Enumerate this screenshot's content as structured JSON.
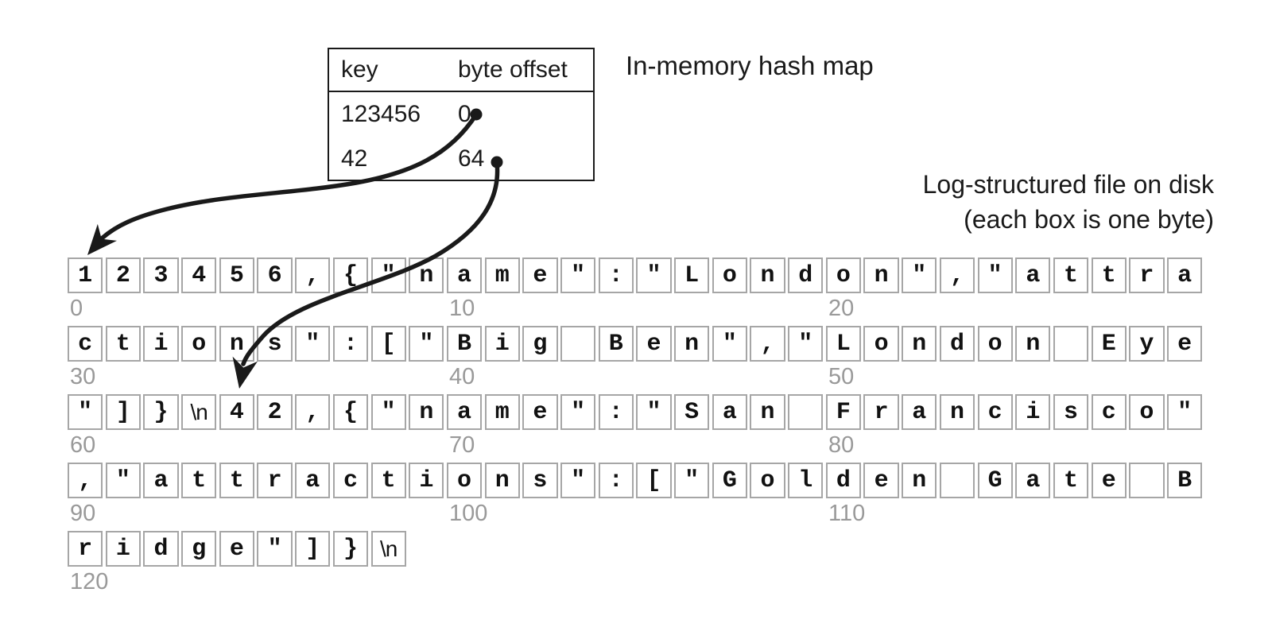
{
  "labels": {
    "hash_map": "In-memory hash map",
    "disk_line1": "Log-structured file on disk",
    "disk_line2": "(each box is one byte)"
  },
  "hash_map": {
    "columns": [
      "key",
      "byte offset"
    ],
    "rows": [
      {
        "key": "123456",
        "offset": "0"
      },
      {
        "key": "42",
        "offset": "64"
      }
    ]
  },
  "byte_file": {
    "rows": [
      {
        "cells": [
          "1",
          "2",
          "3",
          "4",
          "5",
          "6",
          ",",
          "{",
          "\"",
          "n",
          "a",
          "m",
          "e",
          "\"",
          ":",
          "\"",
          "L",
          "o",
          "n",
          "d",
          "o",
          "n",
          "\"",
          ",",
          "\"",
          "a",
          "t",
          "t",
          "r",
          "a"
        ],
        "labels": [
          {
            "index": 0,
            "label": "0"
          },
          {
            "index": 10,
            "label": "10"
          },
          {
            "index": 20,
            "label": "20"
          }
        ]
      },
      {
        "cells": [
          "c",
          "t",
          "i",
          "o",
          "n",
          "s",
          "\"",
          ":",
          "[",
          "\"",
          "B",
          "i",
          "g",
          " ",
          "B",
          "e",
          "n",
          "\"",
          ",",
          "\"",
          "L",
          "o",
          "n",
          "d",
          "o",
          "n",
          " ",
          "E",
          "y",
          "e"
        ],
        "labels": [
          {
            "index": 0,
            "label": "30"
          },
          {
            "index": 10,
            "label": "40"
          },
          {
            "index": 20,
            "label": "50"
          }
        ]
      },
      {
        "cells": [
          "\"",
          "]",
          "}",
          "\\n",
          "4",
          "2",
          ",",
          "{",
          "\"",
          "n",
          "a",
          "m",
          "e",
          "\"",
          ":",
          "\"",
          "S",
          "a",
          "n",
          " ",
          "F",
          "r",
          "a",
          "n",
          "c",
          "i",
          "s",
          "c",
          "o",
          "\""
        ],
        "labels": [
          {
            "index": 0,
            "label": "60"
          },
          {
            "index": 10,
            "label": "70"
          },
          {
            "index": 20,
            "label": "80"
          }
        ]
      },
      {
        "cells": [
          ",",
          "\"",
          "a",
          "t",
          "t",
          "r",
          "a",
          "c",
          "t",
          "i",
          "o",
          "n",
          "s",
          "\"",
          ":",
          "[",
          "\"",
          "G",
          "o",
          "l",
          "d",
          "e",
          "n",
          " ",
          "G",
          "a",
          "t",
          "e",
          " ",
          "B"
        ],
        "labels": [
          {
            "index": 0,
            "label": "90"
          },
          {
            "index": 10,
            "label": "100"
          },
          {
            "index": 20,
            "label": "110"
          }
        ]
      },
      {
        "cells": [
          "r",
          "i",
          "d",
          "g",
          "e",
          "\"",
          "]",
          "}",
          "\\n"
        ],
        "labels": [
          {
            "index": 0,
            "label": "120"
          }
        ]
      }
    ]
  },
  "arrows": [
    {
      "key": "123456",
      "points_to_byte": "0"
    },
    {
      "key": "42",
      "points_to_byte": "64"
    }
  ],
  "colors": {
    "ink": "#1a1a1a",
    "box_border": "#a6a6a6",
    "muted_gray": "#999999",
    "background": "#ffffff"
  }
}
